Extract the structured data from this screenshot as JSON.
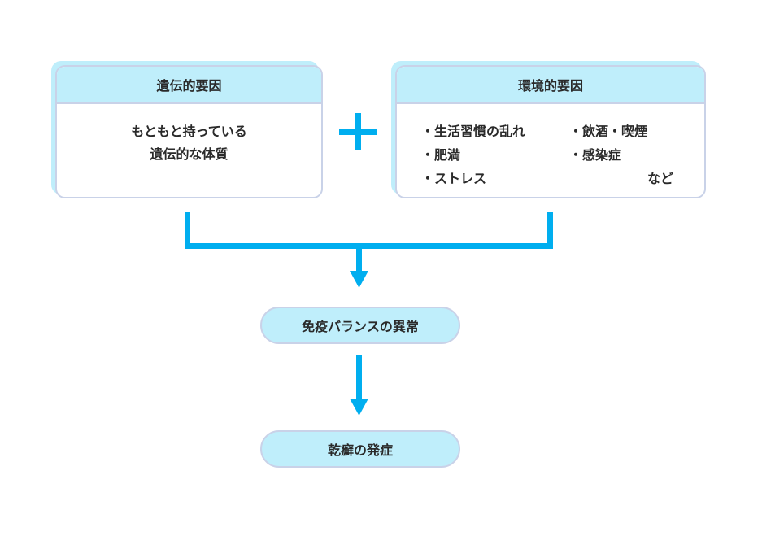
{
  "colors": {
    "accent": "#00aeef",
    "header_fill": "#bfeefb",
    "border": "#c9d2e8"
  },
  "genetic": {
    "title": "遺伝的要因",
    "line1": "もともと持っている",
    "line2": "遺伝的な体質"
  },
  "plus_icon": "plus-icon",
  "environmental": {
    "title": "環境的要因",
    "items": [
      "・生活習慣の乱れ",
      "・飲酒・喫煙",
      "・肥満",
      "・感染症",
      "・ストレス"
    ],
    "etc": "など"
  },
  "step1": "免疫バランスの異常",
  "step2": "乾癬の発症"
}
